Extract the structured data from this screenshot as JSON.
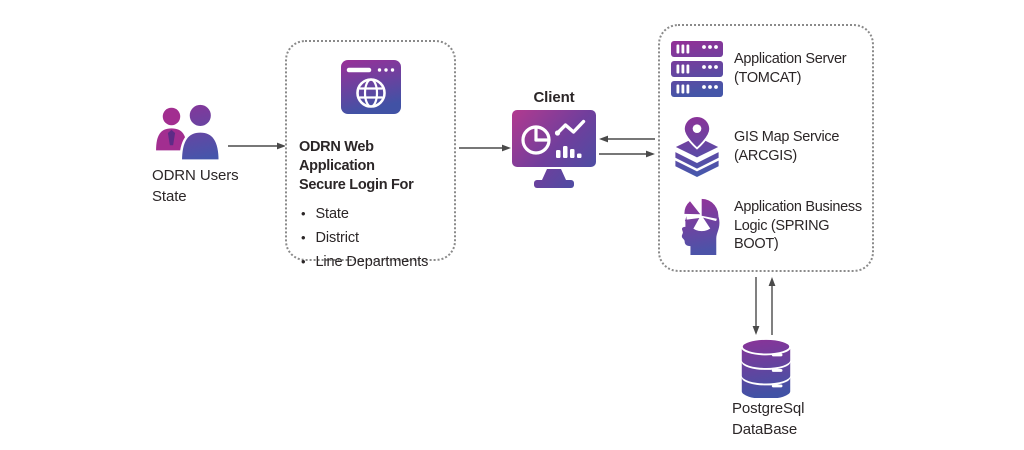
{
  "colors": {
    "gradient_top_purple": "#8F3197",
    "gradient_magenta": "#B23A8F",
    "gradient_bottom_indigo": "#4152A5",
    "small_person_purple": "#A22E90",
    "tie_purple": "#5E2B86",
    "text": "#2B2627",
    "arrow": "#4A4A4A",
    "dashed_border": "#8A8A8A"
  },
  "users": {
    "icon": "users-icon",
    "label_line1": "ODRN Users",
    "label_line2": "State"
  },
  "web_app_box": {
    "icon": "browser-globe-icon",
    "title_line1": "ODRN Web Application",
    "title_line2": "Secure Login For",
    "bullet_char": "•",
    "bullets": [
      "State",
      "District",
      "Line Departments"
    ]
  },
  "client": {
    "label": "Client",
    "icon": "monitor-dashboard-icon"
  },
  "services_box": {
    "items": [
      {
        "icon": "server-rack-icon",
        "label": "Application Server (TOMCAT)"
      },
      {
        "icon": "gis-map-layers-icon",
        "label": "GIS Map Service (ARCGIS)"
      },
      {
        "icon": "head-gears-icon",
        "label": "Application Business Logic (SPRING BOOT)"
      }
    ]
  },
  "database": {
    "icon": "database-cylinder-icon",
    "label_line1": "PostgreSql",
    "label_line2": "DataBase"
  }
}
